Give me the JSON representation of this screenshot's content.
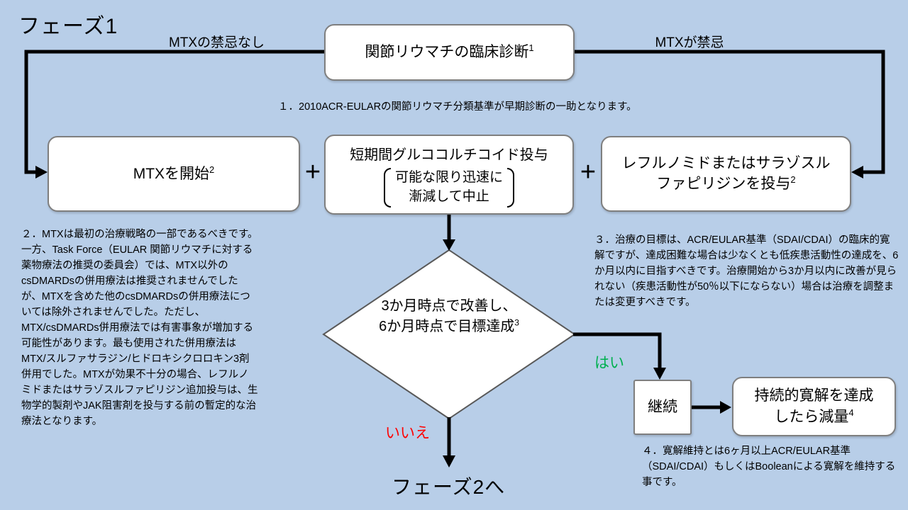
{
  "colors": {
    "background": "#b8cee8",
    "box_background": "#ffffff",
    "box_border": "#7f7f7f",
    "arrow": "#000000",
    "yes_label": "#00b050",
    "no_label": "#ff0000"
  },
  "phase_title": "フェーズ1",
  "diagnosis": {
    "label": "関節リウマチの臨床診断",
    "sup": "1"
  },
  "branches": {
    "left_label": "MTXの禁忌なし",
    "right_label": "MTXが禁忌"
  },
  "footnote1": "１．2010ACR-EULARの関節リウマチ分類基準が早期診断の一助となります。",
  "treatments": {
    "mtx": {
      "label": "MTXを開始",
      "sup": "2"
    },
    "plus1": "+",
    "glucocorticoid": {
      "line1": "短期間グルココルチコイド投与",
      "bracket_text": "可能な限り迅速に\n漸減して中止"
    },
    "plus2": "+",
    "leflunomide": {
      "line1": "レフルノミドまたはサラゾスル",
      "line2": "ファピリジンを投与",
      "sup": "2"
    }
  },
  "footnote2": "２．MTXは最初の治療戦略の一部であるべきです。一方、Task Force（EULAR 関節リウマチに対する薬物療法の推奨の委員会）では、MTX以外のcsDMARDsの併用療法は推奨されませんでしたが、MTXを含めた他のcsDMARDsの併用療法については除外されませんでした。ただし、MTX/csDMARDs併用療法では有害事象が増加する可能性があります。最も使用された併用療法はMTX/スルファサラジン/ヒドロキシクロロキン3剤併用でした。MTXが効果不十分の場合、レフルノミドまたはサラゾスルファピリジン追加投与は、生物学的製剤やJAK阻害剤を投与する前の暫定的な治療法となります。",
  "footnote3": "３．治療の目標は、ACR/EULAR基準（SDAI/CDAI）の臨床的寛解ですが、達成困難な場合は少なくとも低疾患活動性の達成を、6か月以内に目指すべきです。治療開始から3か月以内に改善が見られない（疾患活動性が50％以下にならない）場合は治療を調整または変更すべきです。",
  "decision": {
    "label": "3か月時点で改善し、6か月時点で目標達成",
    "sup": "3",
    "yes": "はい",
    "no": "いいえ"
  },
  "continue_box": "継続",
  "taper_box": {
    "label": "持続的寛解を達成したら減量",
    "sup": "4"
  },
  "footnote4": "４．寛解維持とは6ヶ月以上ACR/EULAR基準（SDAI/CDAI）もしくはBooleanによる寛解を維持する事です。",
  "phase2": "フェーズ2へ"
}
